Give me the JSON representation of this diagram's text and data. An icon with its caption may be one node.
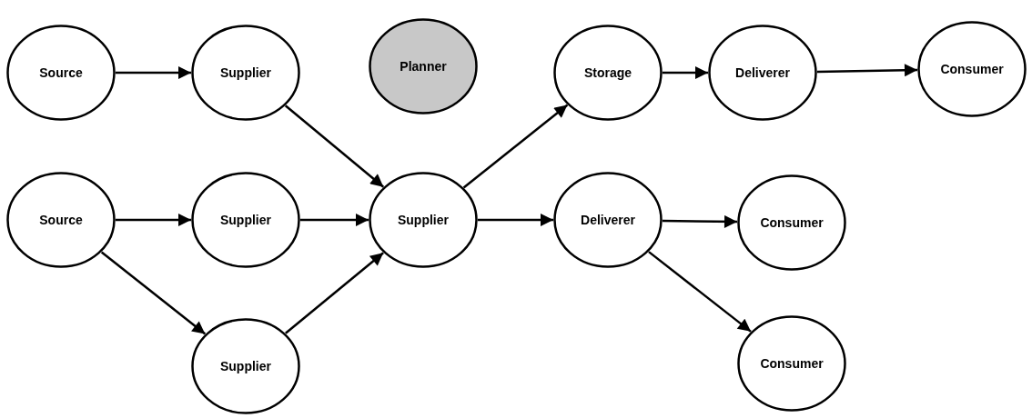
{
  "diagram": {
    "nodes": [
      {
        "text": [
          "Source"
        ]
      },
      {
        "text": [
          "Supplier"
        ]
      },
      {
        "text": [
          "Planner"
        ]
      },
      {
        "text": [
          "Storage"
        ]
      },
      {
        "text": [
          "Deliverer"
        ]
      },
      {
        "text": [
          "Consumer"
        ]
      },
      {
        "text": [
          "Source"
        ]
      },
      {
        "text": [
          "Supplier"
        ]
      },
      {
        "text": [
          "Supplier"
        ]
      },
      {
        "text": [
          "Deliverer"
        ]
      },
      {
        "text": [
          "Consumer"
        ]
      },
      {
        "text": [
          "Supplier"
        ]
      },
      {
        "text": [
          "Consumer"
        ]
      }
    ],
    "edges": [
      {
        "from": 0,
        "to": 1,
        "arrow": "to"
      },
      {
        "from": 1,
        "to": 8,
        "arrow": "to"
      },
      {
        "from": 3,
        "to": 4,
        "arrow": "to"
      },
      {
        "from": 4,
        "to": 5,
        "arrow": "to"
      },
      {
        "from": 6,
        "to": 7,
        "arrow": "to"
      },
      {
        "from": 6,
        "to": 11,
        "arrow": "to"
      },
      {
        "from": 7,
        "to": 8,
        "arrow": "to"
      },
      {
        "from": 11,
        "to": 8,
        "arrow": "to"
      },
      {
        "from": 8,
        "to": 3,
        "arrow": "to"
      },
      {
        "from": 8,
        "to": 9,
        "arrow": "to"
      },
      {
        "from": 9,
        "to": 10,
        "arrow": "to"
      },
      {
        "from": 9,
        "to": 12,
        "arrow": "to"
      }
    ]
  }
}
